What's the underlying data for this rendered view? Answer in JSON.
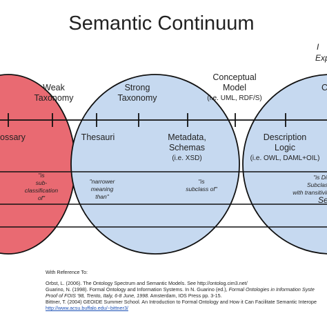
{
  "title": "Semantic Continuum",
  "top_right": {
    "line1": "I",
    "line2": "Exp"
  },
  "labels": {
    "weak_taxonomy": [
      "Weak",
      "Taxonomy"
    ],
    "strong_taxonomy": [
      "Strong",
      "Taxonomy"
    ],
    "conceptual_model": [
      "Conceptual",
      "Model",
      "(i.e. UML, RDF/S)"
    ],
    "right_top": "C",
    "glossary": "ossary",
    "thesauri": "Thesauri",
    "metadata": [
      "Metadata,",
      "Schemas",
      "(i.e. XSD)"
    ],
    "description_logic": [
      "Description",
      "Logic",
      "(i.e. OWL, DAML+OIL)"
    ]
  },
  "quotes": {
    "is_subclassification": [
      "\"is",
      "sub-",
      "classification",
      "of\""
    ],
    "narrower_meaning": [
      "\"narrower",
      "meaning",
      "than\""
    ],
    "is_subclass_of": [
      "\"is",
      "subclass of\""
    ],
    "is_disjoint": [
      "\"is Disjoi",
      "Subclass o",
      "with transitivity p"
    ],
    "se": "Se"
  },
  "references": {
    "heading": "With Reference To:",
    "lines": [
      {
        "plain": "Orbst, L. (2006). The Ontology Spectrum and Semantic Models.  See http://ontolog.cim3.net/"
      },
      {
        "plain": "Guarino, N. (1998).  Formal Ontology and Information Systems.  In N. Guarino (ed.), ",
        "italic": "Formal Ontologies in Information Syste"
      },
      {
        "italic": "Proof of FOIS '98, Trento, Italy, 6-8 June, 1998.",
        "plain": "  Amsterdam, IOS Press pp. 3-15."
      },
      {
        "plain": "Bittner, T. (2004)  GEOIDE Summer School.  An Introduction to Formal Ontology and How it Can Facilitate Semantic Interope"
      },
      {
        "link": "http://www.acsu.buffalo.edu/~bittner3/"
      }
    ]
  },
  "colors": {
    "red_circle": "#e96a72",
    "blue_circle": "#c6d9f0",
    "outline": "#111111"
  }
}
